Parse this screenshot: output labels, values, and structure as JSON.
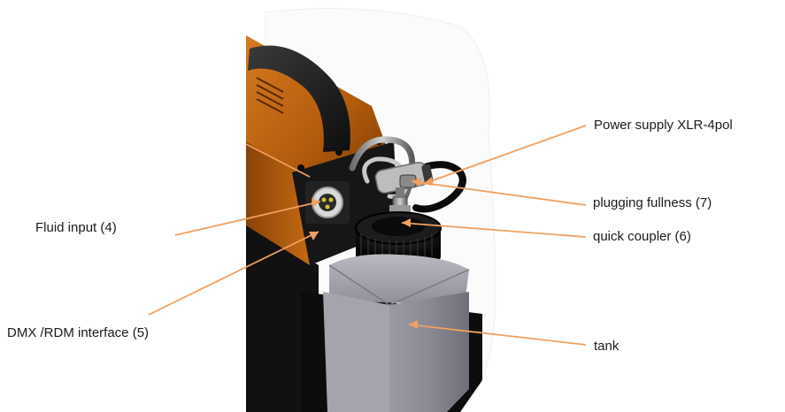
{
  "callouts": {
    "power_supply": "Power supply XLR-4pol",
    "plugging_fullness": "plugging fullness (7)",
    "quick_coupler": "quick coupler (6)",
    "tank": "tank",
    "fluid_input": "Fluid input (4)",
    "dmx_interface": "DMX /RDM interface (5)"
  },
  "colors": {
    "leader_line": "#f0a060",
    "housing_orange": "#b8620f",
    "housing_dark": "#1a1a1a",
    "tank_grey": "#8c8c95",
    "tube_grey": "#b0b0b0"
  }
}
